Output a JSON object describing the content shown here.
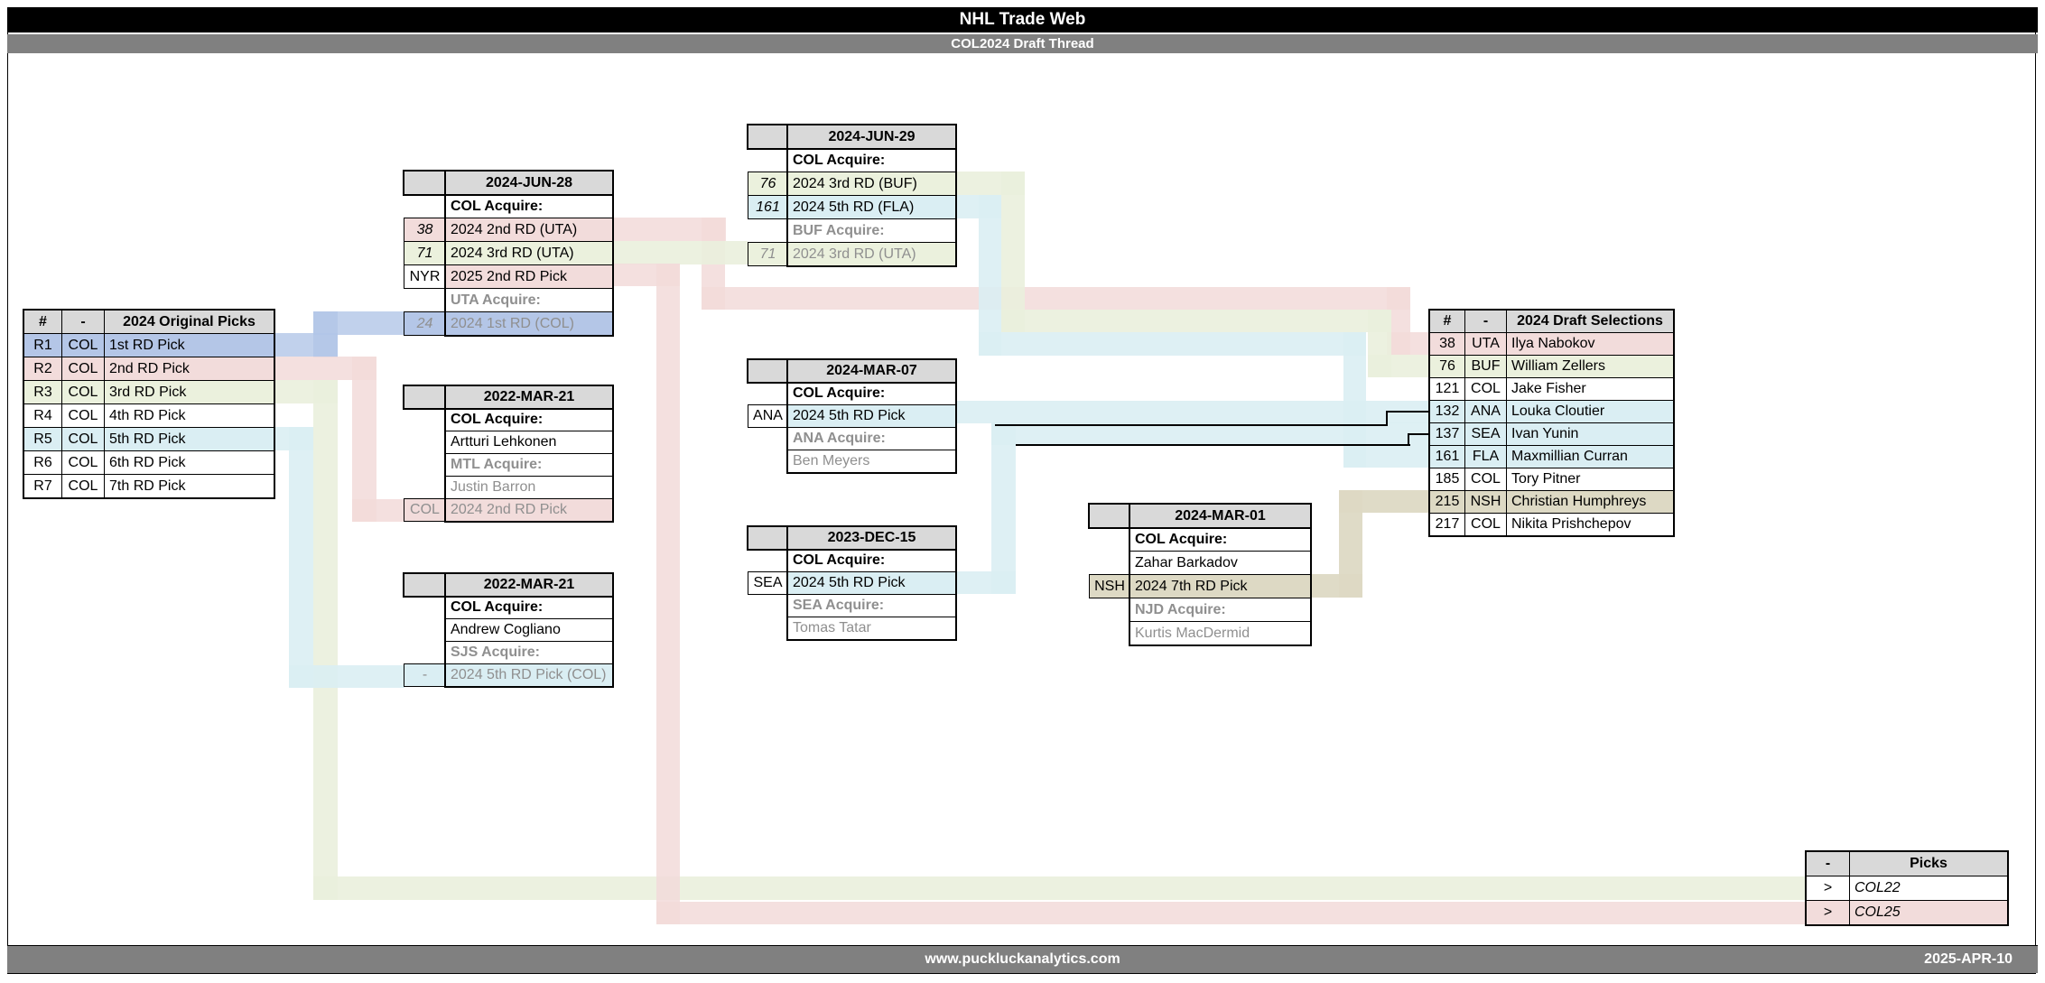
{
  "window": {
    "title": "NHL Trade Web",
    "subtitle": "COL2024 Draft Thread"
  },
  "footer": {
    "site": "www.puckluckanalytics.com",
    "date": "2025-APR-10"
  },
  "colors": {
    "blue": "#b4c6e7",
    "pink": "#f2dcdb",
    "green": "#ebf1dd",
    "lightblue": "#daeef3",
    "tan": "#ddd9c4",
    "header_fill": "#d9d9d9",
    "bar_gray": "#808080",
    "muted_text": "#8f8f8f"
  },
  "original_picks": {
    "headers": [
      "#",
      "-",
      "2024 Original Picks"
    ],
    "rows": [
      {
        "num": "R1",
        "team": "COL",
        "text": "1st RD Pick",
        "fill": "blue"
      },
      {
        "num": "R2",
        "team": "COL",
        "text": "2nd RD Pick",
        "fill": "pink"
      },
      {
        "num": "R3",
        "team": "COL",
        "text": "3rd RD Pick",
        "fill": "green"
      },
      {
        "num": "R4",
        "team": "COL",
        "text": "4th RD Pick",
        "fill": null
      },
      {
        "num": "R5",
        "team": "COL",
        "text": "5th RD Pick",
        "fill": "lightblue"
      },
      {
        "num": "R6",
        "team": "COL",
        "text": "6th RD Pick",
        "fill": null
      },
      {
        "num": "R7",
        "team": "COL",
        "text": "7th RD Pick",
        "fill": null
      }
    ]
  },
  "draft_selections": {
    "headers": [
      "#",
      "-",
      "2024 Draft Selections"
    ],
    "rows": [
      {
        "num": "38",
        "team": "UTA",
        "player": "Ilya Nabokov",
        "fill": "pink"
      },
      {
        "num": "76",
        "team": "BUF",
        "player": "William Zellers",
        "fill": "green"
      },
      {
        "num": "121",
        "team": "COL",
        "player": "Jake Fisher",
        "fill": null
      },
      {
        "num": "132",
        "team": "ANA",
        "player": "Louka Cloutier",
        "fill": "lightblue"
      },
      {
        "num": "137",
        "team": "SEA",
        "player": "Ivan Yunin",
        "fill": "lightblue"
      },
      {
        "num": "161",
        "team": "FLA",
        "player": "Maxmillian Curran",
        "fill": "lightblue"
      },
      {
        "num": "185",
        "team": "COL",
        "player": "Tory Pitner",
        "fill": null
      },
      {
        "num": "215",
        "team": "NSH",
        "player": "Christian Humphreys",
        "fill": "tan"
      },
      {
        "num": "217",
        "team": "COL",
        "player": "Nikita Prishchepov",
        "fill": null
      }
    ]
  },
  "picks_out": {
    "headers": [
      "-",
      "Picks"
    ],
    "rows": [
      {
        "tag": ">",
        "text": "COL22",
        "fill": null
      },
      {
        "tag": ">",
        "text": "COL25",
        "fill": "pink"
      }
    ]
  },
  "trades": {
    "jun28": {
      "date": "2024-JUN-28",
      "rows": [
        {
          "tag": null,
          "text": "COL Acquire:",
          "style": "head"
        },
        {
          "tag": "38",
          "tagItalic": true,
          "tagFill": "pink",
          "fill": "pink",
          "text": "2024 2nd RD (UTA)",
          "style": "norm"
        },
        {
          "tag": "71",
          "tagItalic": true,
          "tagFill": "green",
          "fill": "green",
          "text": "2024 3rd RD (UTA)",
          "style": "norm"
        },
        {
          "tag": "NYR",
          "fill": "pink",
          "text": "2025 2nd RD Pick",
          "style": "norm"
        },
        {
          "tag": null,
          "text": "UTA Acquire:",
          "style": "mhead"
        },
        {
          "tag": "24",
          "tagItalic": true,
          "tagMuted": true,
          "tagFill": "blue",
          "fill": "blue",
          "text": "2024 1st RD (COL)",
          "style": "muted"
        }
      ]
    },
    "mar22a": {
      "date": "2022-MAR-21",
      "rows": [
        {
          "tag": null,
          "text": "COL Acquire:",
          "style": "head"
        },
        {
          "tag": null,
          "text": "Artturi Lehkonen",
          "style": "norm"
        },
        {
          "tag": null,
          "text": "MTL Acquire:",
          "style": "mhead"
        },
        {
          "tag": null,
          "text": "Justin Barron",
          "style": "muted"
        },
        {
          "tag": "COL",
          "tagMuted": true,
          "tagFill": "pink",
          "fill": "pink",
          "text": "2024 2nd RD Pick",
          "style": "muted"
        }
      ]
    },
    "mar22b": {
      "date": "2022-MAR-21",
      "rows": [
        {
          "tag": null,
          "text": "COL Acquire:",
          "style": "head"
        },
        {
          "tag": null,
          "text": "Andrew Cogliano",
          "style": "norm"
        },
        {
          "tag": null,
          "text": "SJS Acquire:",
          "style": "mhead"
        },
        {
          "tag": "-",
          "tagMuted": true,
          "tagFill": "lightblue",
          "fill": "lightblue",
          "text": "2024 5th RD Pick (COL)",
          "style": "muted"
        }
      ]
    },
    "jun29": {
      "date": "2024-JUN-29",
      "rows": [
        {
          "tag": null,
          "text": "COL Acquire:",
          "style": "head"
        },
        {
          "tag": "76",
          "tagItalic": true,
          "tagFill": "green",
          "fill": "green",
          "text": "2024 3rd RD (BUF)",
          "style": "norm"
        },
        {
          "tag": "161",
          "tagItalic": true,
          "tagFill": "lightblue",
          "fill": "lightblue",
          "text": "2024 5th RD (FLA)",
          "style": "norm"
        },
        {
          "tag": null,
          "text": "BUF Acquire:",
          "style": "mhead"
        },
        {
          "tag": "71",
          "tagItalic": true,
          "tagMuted": true,
          "tagFill": "green",
          "fill": "green",
          "text": "2024 3rd RD (UTA)",
          "style": "muted"
        }
      ]
    },
    "mar07": {
      "date": "2024-MAR-07",
      "rows": [
        {
          "tag": null,
          "text": "COL Acquire:",
          "style": "head"
        },
        {
          "tag": "ANA",
          "fill": "lightblue",
          "text": "2024 5th RD Pick",
          "style": "norm"
        },
        {
          "tag": null,
          "text": "ANA Acquire:",
          "style": "mhead"
        },
        {
          "tag": null,
          "text": "Ben Meyers",
          "style": "muted"
        }
      ]
    },
    "dec15": {
      "date": "2023-DEC-15",
      "rows": [
        {
          "tag": null,
          "text": "COL Acquire:",
          "style": "head"
        },
        {
          "tag": "SEA",
          "fill": "lightblue",
          "text": "2024 5th RD Pick",
          "style": "norm"
        },
        {
          "tag": null,
          "text": "SEA Acquire:",
          "style": "mhead"
        },
        {
          "tag": null,
          "text": "Tomas Tatar",
          "style": "muted"
        }
      ]
    },
    "mar01": {
      "date": "2024-MAR-01",
      "rows": [
        {
          "tag": null,
          "text": "COL Acquire:",
          "style": "head"
        },
        {
          "tag": null,
          "text": "Zahar Barkadov",
          "style": "norm"
        },
        {
          "tag": "NSH",
          "tagFill": "tan",
          "fill": "tan",
          "text": "2024 7th RD Pick",
          "style": "norm"
        },
        {
          "tag": null,
          "text": "NJD Acquire:",
          "style": "mhead"
        },
        {
          "tag": null,
          "text": "Kurtis MacDermid",
          "style": "muted"
        }
      ]
    }
  },
  "connections": [
    {
      "from": "COL R1 2024 1st RD Pick",
      "to": "2024-JUN-28 trade (UTA acquire #24)",
      "color": "blue"
    },
    {
      "from": "COL R2 2024 2nd RD Pick",
      "to": "2022-MAR-21 trade (MTL acquire)",
      "color": "pink"
    },
    {
      "from": "COL R3 2024 3rd RD Pick",
      "to": "Picks COL22",
      "color": "green"
    },
    {
      "from": "COL R5 2024 5th RD Pick",
      "to": "2022-MAR-21 trade (SJS acquire)",
      "color": "lightblue"
    },
    {
      "from": "2024-JUN-28 #38 2024 2nd RD (UTA)",
      "to": "Draft #38 UTA Ilya Nabokov",
      "color": "pink"
    },
    {
      "from": "2024-JUN-28 #71 2024 3rd RD (UTA)",
      "to": "2024-JUN-29 trade (BUF acquire #71)",
      "color": "green"
    },
    {
      "from": "2024-JUN-28 NYR 2025 2nd RD Pick",
      "to": "Picks COL25",
      "color": "pink"
    },
    {
      "from": "2024-JUN-29 #76 2024 3rd RD (BUF)",
      "to": "Draft #76 BUF William Zellers",
      "color": "green"
    },
    {
      "from": "2024-JUN-29 #161 2024 5th RD (FLA)",
      "to": "Draft #161 FLA Maxmillian Curran",
      "color": "lightblue"
    },
    {
      "from": "2024-MAR-07 ANA 2024 5th RD Pick",
      "to": "Draft #132 ANA Louka Cloutier",
      "color": "lightblue"
    },
    {
      "from": "2023-DEC-15 SEA 2024 5th RD Pick",
      "to": "Draft #137 SEA Ivan Yunin",
      "color": "lightblue"
    },
    {
      "from": "2024-MAR-01 NSH 2024 7th RD Pick",
      "to": "Draft #215 NSH Christian Humphreys",
      "color": "tan"
    }
  ]
}
